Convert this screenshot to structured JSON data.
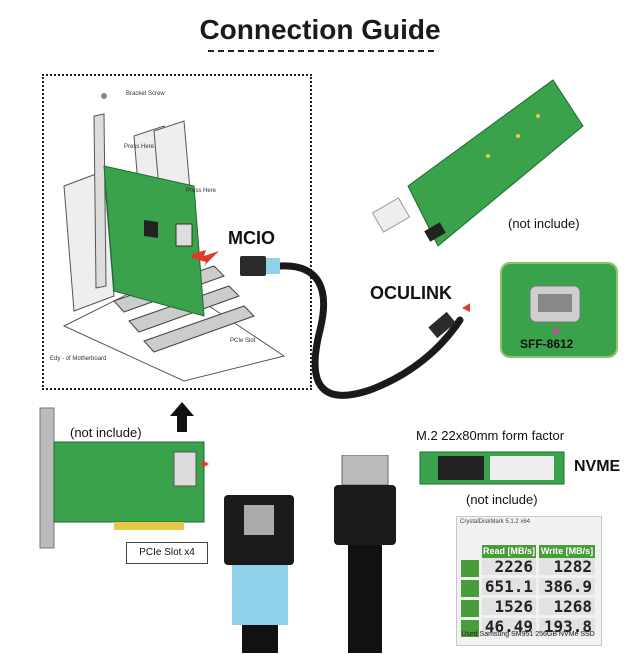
{
  "title": "Connection Guide",
  "labels": {
    "mcio": "MCIO",
    "oculink": "OCULINK",
    "not_include_1": "(not include)",
    "not_include_2": "(not include)",
    "not_include_3": "(not include)",
    "sff": "SFF-8612",
    "m2_form": "M.2 22x80mm form factor",
    "nvme": "NVME",
    "pcie_x4": "PCIe Slot x4"
  },
  "diagram": {
    "bracket_screw": "Bracket Screw",
    "press_here_1": "Press Here",
    "press_here_2": "Press Here",
    "pcie_slot": "PCIe Slot",
    "motherboard": "Edy - of Motherboard"
  },
  "benchmark": {
    "title": "CrystalDiskMark 5.1.2 x64",
    "read_header": "Read [MB/s]",
    "write_header": "Write [MB/s]",
    "rows": [
      {
        "read": "2226",
        "write": "1282"
      },
      {
        "read": "651.1",
        "write": "386.9"
      },
      {
        "read": "1526",
        "write": "1268"
      },
      {
        "read": "46.49",
        "write": "193.8"
      }
    ],
    "footer": "Used Samsung SM951 256GB NVMe SSD"
  },
  "colors": {
    "pcb_green": "#3aa24b",
    "arrow_red": "#e03a2f",
    "connector_blue": "#8fd1e8",
    "cable_black": "#1a1a1a",
    "bench_green": "#4a9b3a"
  }
}
